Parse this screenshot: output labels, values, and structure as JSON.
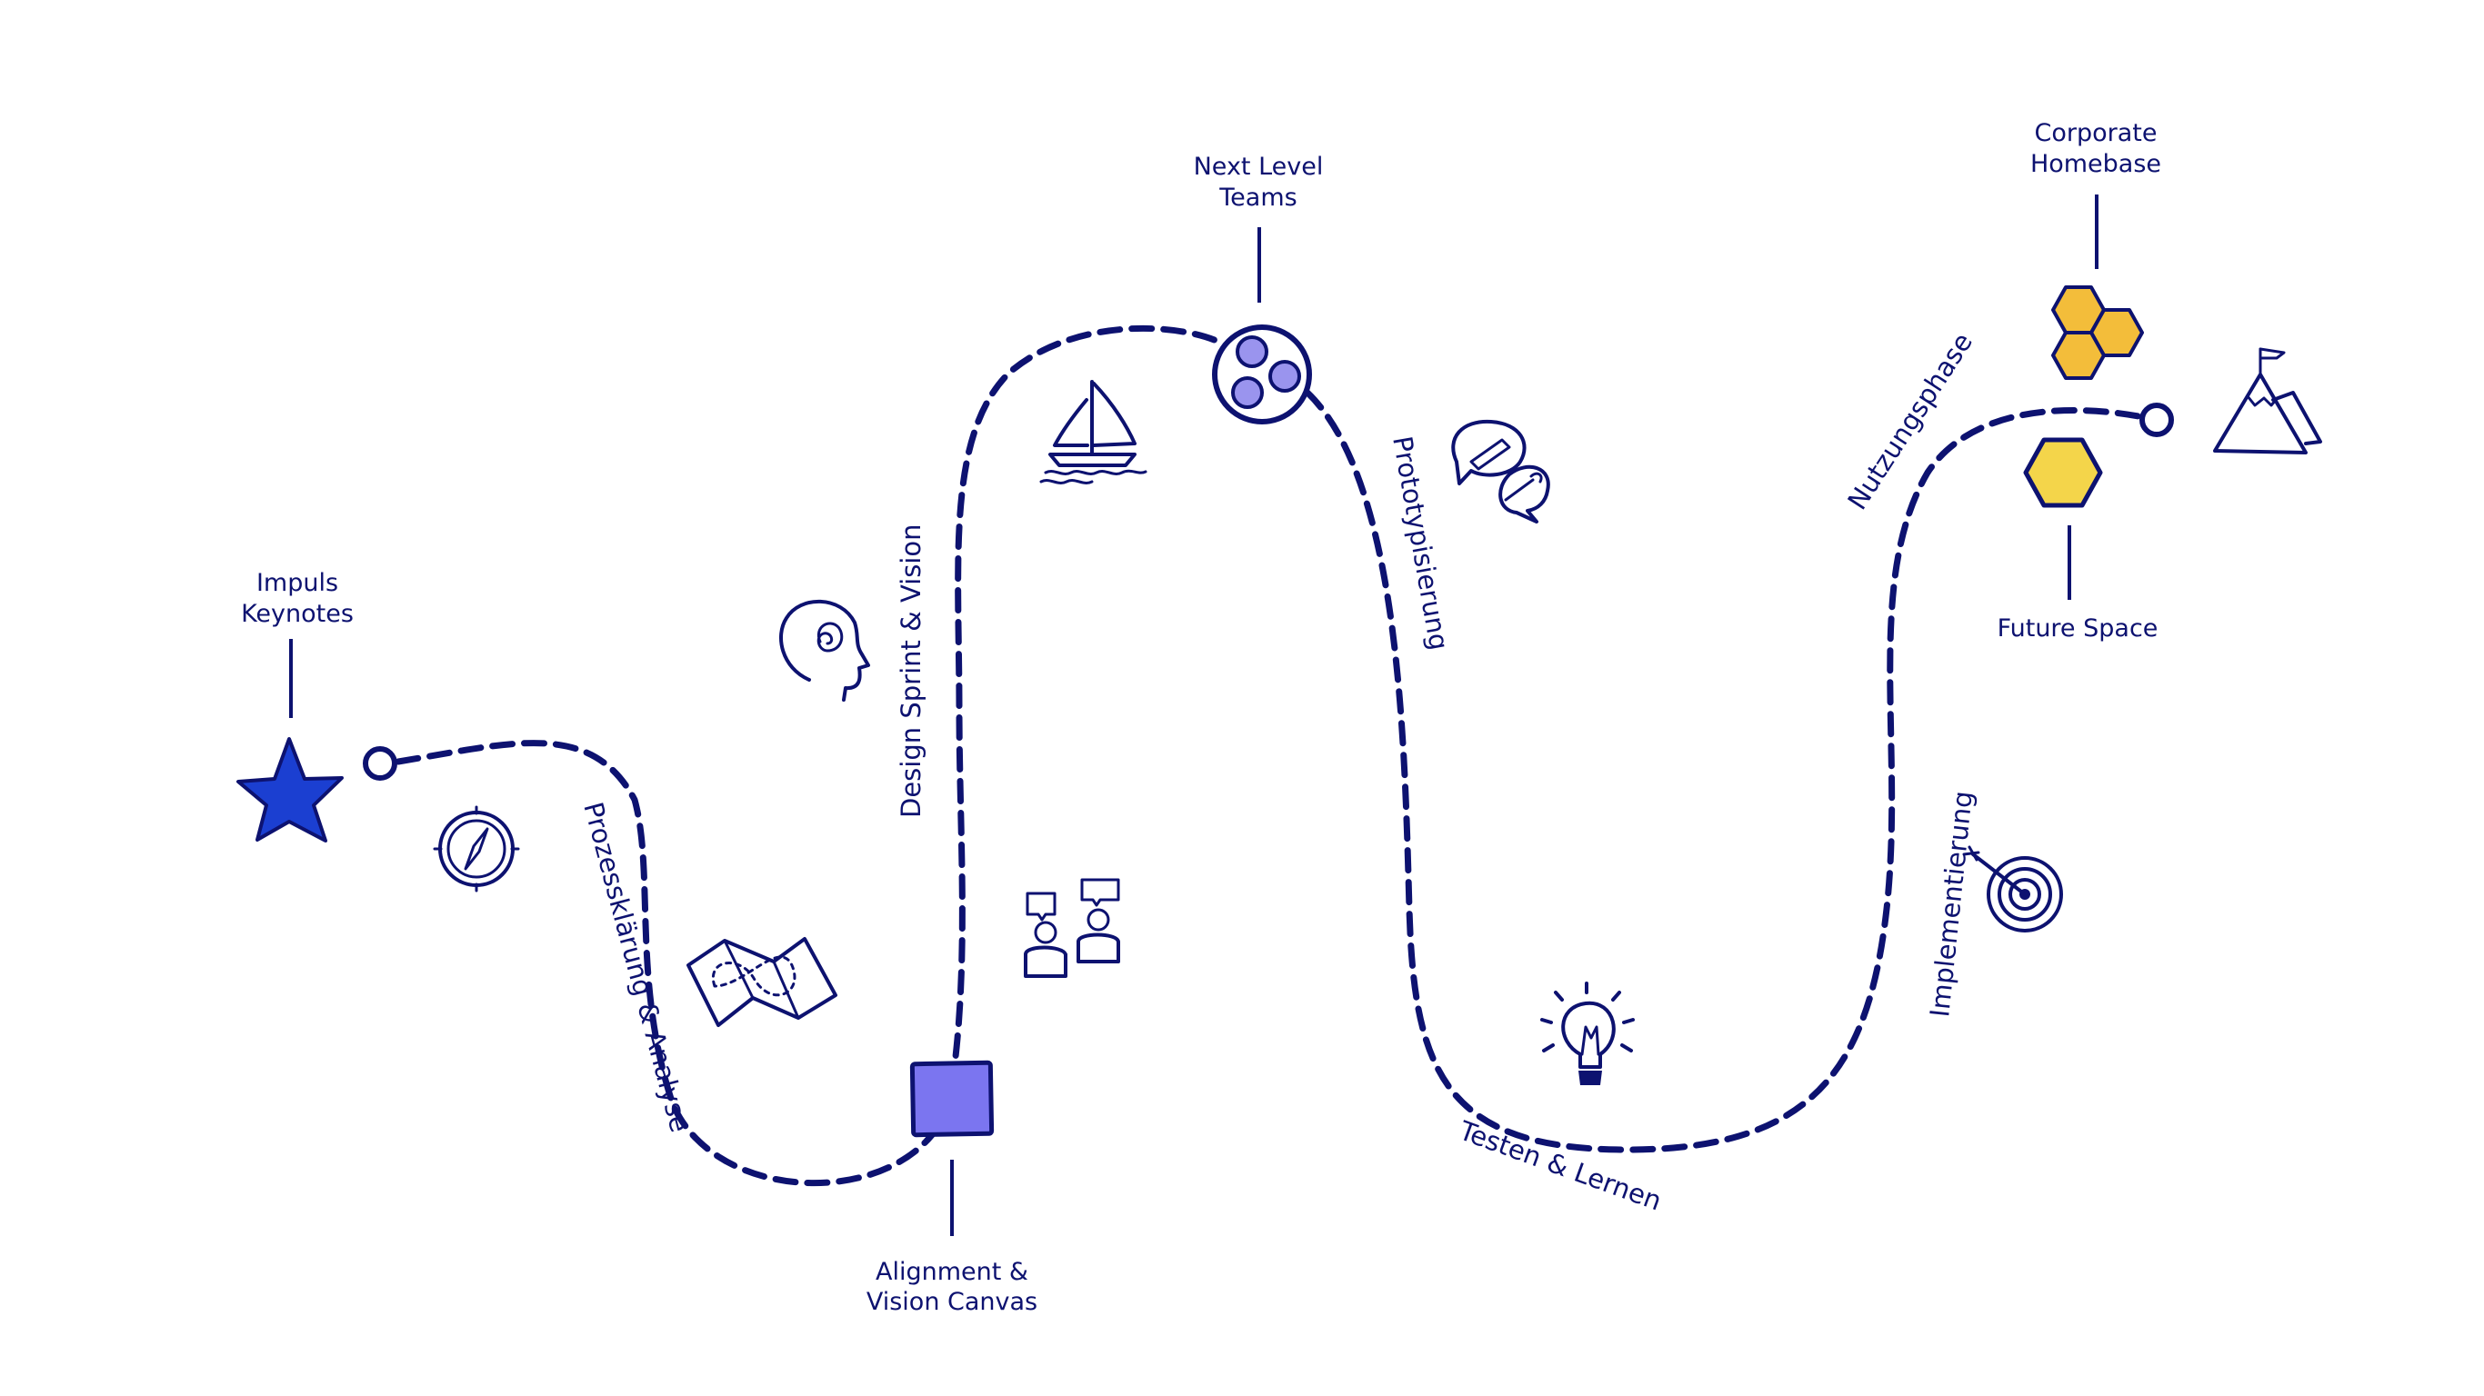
{
  "milestones": {
    "impuls": {
      "line1": "Impuls",
      "line2": "Keynotes"
    },
    "alignment": {
      "line1": "Alignment &",
      "line2": "Vision Canvas"
    },
    "next_level": {
      "line1": "Next Level",
      "line2": "Teams"
    },
    "corporate": {
      "line1": "Corporate",
      "line2": "Homebase"
    },
    "future": {
      "line1": "Future Space"
    }
  },
  "phases": {
    "prozess": "Prozessklärung & Analyse",
    "design": "Design Sprint & Vision",
    "proto": "Prototypisierung",
    "testen": "Testen & Lernen",
    "implement": "Implementierung",
    "nutzung": "Nutzungsphase"
  },
  "icons": [
    "star-icon",
    "compass-icon",
    "map-icon",
    "square-marker-icon",
    "head-icon",
    "sailboat-icon",
    "people-icon",
    "team-circle-icon",
    "speech-tools-icon",
    "lightbulb-icon",
    "target-icon",
    "honeycomb-icon",
    "hexagon-icon",
    "mountain-flag-icon"
  ],
  "colors": {
    "ink": "#0d1270",
    "star": "#1b3fd1",
    "square": "#7b75f0",
    "team_dots": "#9a94ee",
    "honey": "#f3bd3a",
    "hex": "#f4d54a"
  }
}
